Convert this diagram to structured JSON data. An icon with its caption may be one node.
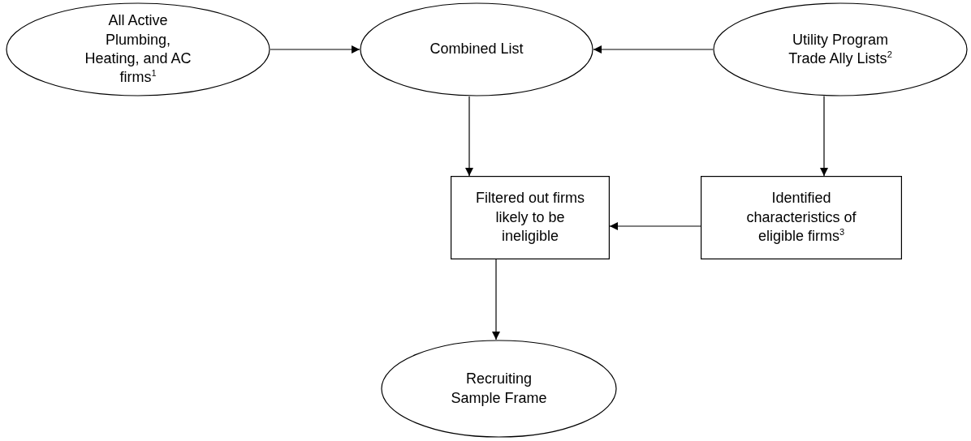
{
  "diagram": {
    "nodes": [
      {
        "text": [
          "All Active Plumbing, Heating, and AC firms$^{1}$"
        ]
      },
      {
        "text": [
          "Combined List"
        ]
      },
      {
        "text": [
          "Utility Program Trade Ally Lists$^{2}$"
        ]
      },
      {
        "text": [
          "Filtered out firms likely to be ineligible"
        ]
      },
      {
        "text": [
          "Identified characteristics of eligible firms$^{3}$"
        ]
      },
      {
        "text": [
          "Recruiting Sample Frame"
        ]
      }
    ],
    "edges": [
      {
        "from": 0,
        "to": 1,
        "arrow": "to"
      },
      {
        "from": 2,
        "to": 1,
        "arrow": "to"
      },
      {
        "from": 1,
        "to": 3,
        "arrow": "to"
      },
      {
        "from": 2,
        "to": 4,
        "arrow": "to"
      },
      {
        "from": 4,
        "to": 3,
        "arrow": "to"
      },
      {
        "from": 3,
        "to": 5,
        "arrow": "to"
      }
    ]
  }
}
